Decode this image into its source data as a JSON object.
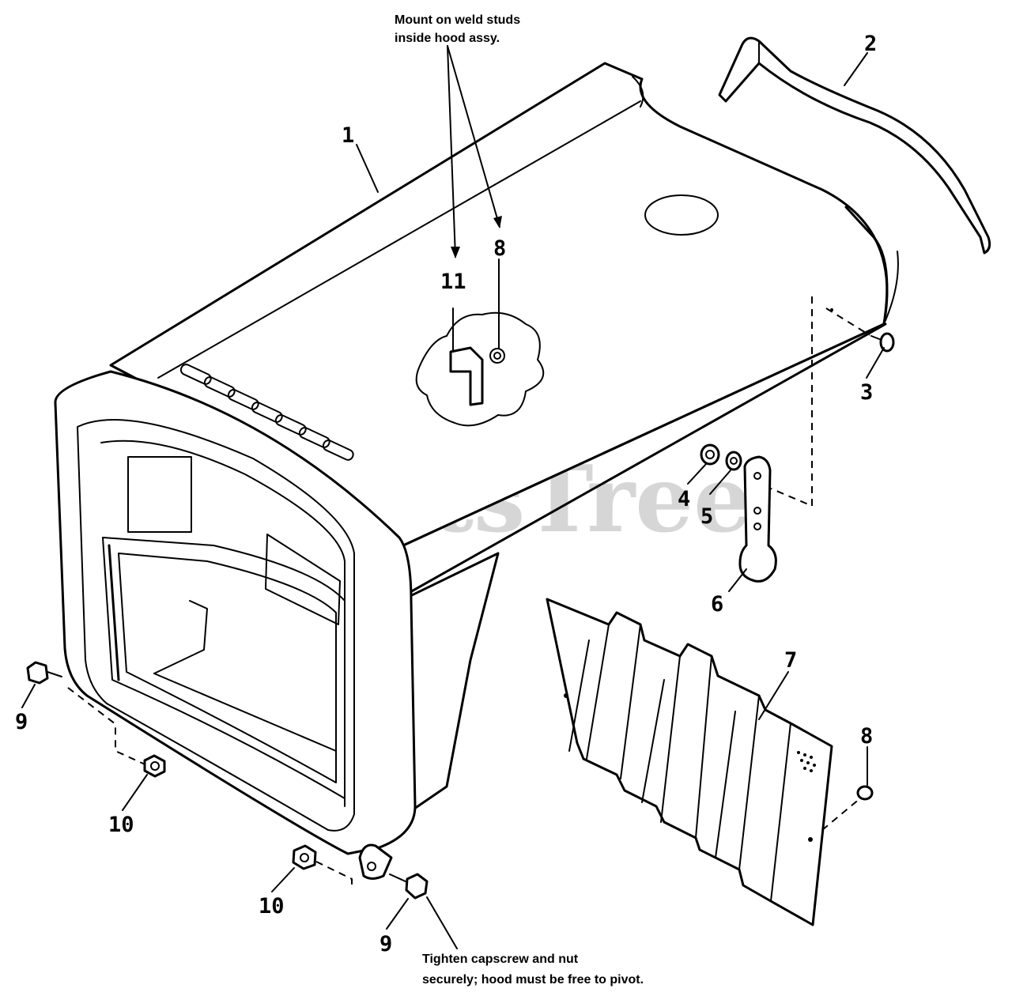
{
  "diagram": {
    "watermark": "PartsTree",
    "notes": {
      "mount_line1": "Mount on weld studs",
      "mount_line2": "inside hood assy.",
      "tighten_line1": "Tighten capscrew and nut",
      "tighten_line2": "securely; hood must be free to pivot."
    },
    "callouts": [
      {
        "id": "c1",
        "label": "1"
      },
      {
        "id": "c2",
        "label": "2"
      },
      {
        "id": "c3",
        "label": "3"
      },
      {
        "id": "c4",
        "label": "4"
      },
      {
        "id": "c5",
        "label": "5"
      },
      {
        "id": "c6",
        "label": "6"
      },
      {
        "id": "c7",
        "label": "7"
      },
      {
        "id": "c8a",
        "label": "8"
      },
      {
        "id": "c8b",
        "label": "8"
      },
      {
        "id": "c9a",
        "label": "9"
      },
      {
        "id": "c9b",
        "label": "9"
      },
      {
        "id": "c10a",
        "label": "10"
      },
      {
        "id": "c10b",
        "label": "10"
      },
      {
        "id": "c11",
        "label": "11"
      }
    ]
  }
}
